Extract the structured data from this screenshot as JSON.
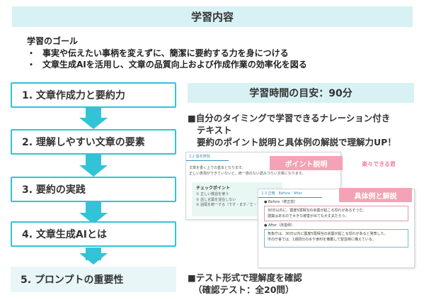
{
  "header": {
    "title": "学習内容"
  },
  "goals": {
    "heading": "学習のゴール",
    "items": [
      {
        "bullet": "・",
        "text": "事実や伝えたい事柄を変えずに、簡潔に要約する力を身につける"
      },
      {
        "bullet": "・",
        "text": "文章生成AIを活用し、文章の品質向上および作成作業の効率化を図る"
      }
    ]
  },
  "steps": [
    {
      "label": "1. 文章作成力と要約力"
    },
    {
      "label": "2. 理解しやすい文章の要素"
    },
    {
      "label": "3. 要約の実践"
    },
    {
      "label": "4. 文章生成AIとは"
    },
    {
      "label": "5. プロンプトの重要性"
    }
  ],
  "study_time": {
    "label": "学習時間の目安：90分"
  },
  "features": {
    "line1": "■自分のタイミングで学習できるナレーション付き",
    "line2": "テキスト",
    "line3": "要約のポイント説明と具体例の解説で理解力UP！",
    "test_line1": "■テスト形式で理解度を確認",
    "test_line2": "（確認テスト：全20問）"
  },
  "thumbnail1": {
    "section": "2.2 基本表現",
    "line1": "文章を書く上での基本となります。",
    "line2": "正しい表現ができていないと、統一感のない読みづらい文章になります。",
    "check_title": "チェックポイント",
    "check_items": [
      "① 正しい敬語を使う",
      "② 話し言葉を混在しない",
      "③ 語尾を統一する（です・ます／だ・である）"
    ],
    "tag": "ポイント説明",
    "mascot": "楽々できる君"
  },
  "thumbnail2": {
    "section": "2.3 正確　Before／After",
    "before_label": "● Before（修正前）",
    "before_text1": "30日以内に、震度5弱相当の余震が起こる恐れがあるそうだ。",
    "before_text2": "建築はあるので大きな被害が出ても大丈夫だろう。",
    "after_label": "● After（改善例）",
    "after_text1": "気象庁は、30日以内に震度5弱相当の余震が起こる恐れがあると発表した。",
    "after_text2": "市の庁舎では、1週間分の水や食料を備蓄して緊急時に備えている。",
    "tag": "具体例と解説"
  }
}
